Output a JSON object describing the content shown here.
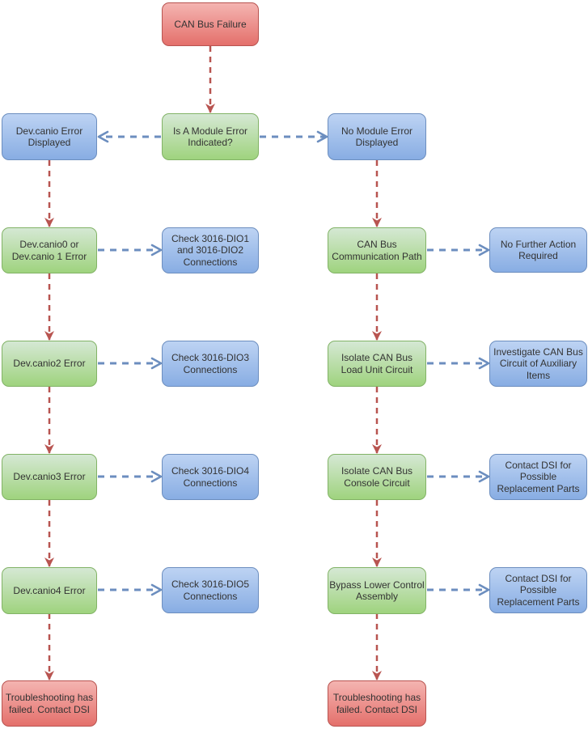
{
  "diagram": {
    "type": "flowchart",
    "colors": {
      "red_node_fill_top": "#f4b4b1",
      "red_node_fill_bottom": "#e4706b",
      "red_node_border": "#b85450",
      "green_node_fill_top": "#d5e8d4",
      "green_node_fill_bottom": "#9fd37e",
      "green_node_border": "#82b366",
      "blue_node_fill_top": "#bdd3f3",
      "blue_node_fill_bottom": "#88ade3",
      "blue_node_border": "#6c8ebf",
      "arrow_red": "#b85450",
      "arrow_blue": "#6c8ebf",
      "text": "#333333",
      "background": "#ffffff"
    },
    "nodes": [
      {
        "id": "can-bus-failure",
        "color": "red",
        "label": "CAN Bus Failure"
      },
      {
        "id": "is-module-error-indicated",
        "color": "green",
        "label": "Is A Module Error\nIndicated?"
      },
      {
        "id": "dev-canio-error-displayed",
        "color": "blue",
        "label": "Dev.canio Error\nDisplayed"
      },
      {
        "id": "no-module-error-displayed",
        "color": "blue",
        "label": "No Module Error\nDisplayed"
      },
      {
        "id": "dev-canio0-or-canio1-error",
        "color": "green",
        "label": "Dev.canio0 or\nDev.canio 1 Error"
      },
      {
        "id": "check-3016-dio1-dio2",
        "color": "blue",
        "label": "Check 3016-DIO1\nand 3016-DIO2\nConnections"
      },
      {
        "id": "can-bus-communication-path",
        "color": "green",
        "label": "CAN Bus\nCommunication Path"
      },
      {
        "id": "no-further-action-required",
        "color": "blue",
        "label": "No Further Action\nRequired"
      },
      {
        "id": "dev-canio2-error",
        "color": "green",
        "label": "Dev.canio2 Error"
      },
      {
        "id": "check-3016-dio3",
        "color": "blue",
        "label": "Check 3016-DIO3\nConnections"
      },
      {
        "id": "isolate-can-bus-load-unit-circuit",
        "color": "green",
        "label": "Isolate CAN Bus\nLoad Unit Circuit"
      },
      {
        "id": "investigate-can-bus-circuit-auxiliary",
        "color": "blue",
        "label": "Investigate CAN Bus\nCircuit of Auxiliary\nItems"
      },
      {
        "id": "dev-canio3-error",
        "color": "green",
        "label": "Dev.canio3 Error"
      },
      {
        "id": "check-3016-dio4",
        "color": "blue",
        "label": "Check 3016-DIO4\nConnections"
      },
      {
        "id": "isolate-can-bus-console-circuit",
        "color": "green",
        "label": "Isolate CAN Bus\nConsole Circuit"
      },
      {
        "id": "contact-dsi-replacement-parts-1",
        "color": "blue",
        "label": "Contact DSI for\nPossible\nReplacement Parts"
      },
      {
        "id": "dev-canio4-error",
        "color": "green",
        "label": "Dev.canio4 Error"
      },
      {
        "id": "check-3016-dio5",
        "color": "blue",
        "label": "Check 3016-DIO5\nConnections"
      },
      {
        "id": "bypass-lower-control-assembly",
        "color": "green",
        "label": "Bypass Lower Control\nAssembly"
      },
      {
        "id": "contact-dsi-replacement-parts-2",
        "color": "blue",
        "label": "Contact DSI for\nPossible\nReplacement Parts"
      },
      {
        "id": "troubleshooting-failed-left",
        "color": "red",
        "label": "Troubleshooting has\nfailed. Contact DSI"
      },
      {
        "id": "troubleshooting-failed-right",
        "color": "red",
        "label": "Troubleshooting has\nfailed. Contact DSI"
      }
    ],
    "edges": [
      {
        "from": "can-bus-failure",
        "to": "is-module-error-indicated",
        "style": "red-dashed-down"
      },
      {
        "from": "is-module-error-indicated",
        "to": "dev-canio-error-displayed",
        "style": "blue-dashed-left"
      },
      {
        "from": "is-module-error-indicated",
        "to": "no-module-error-displayed",
        "style": "blue-dashed-right"
      },
      {
        "from": "dev-canio-error-displayed",
        "to": "dev-canio0-or-canio1-error",
        "style": "red-dashed-down"
      },
      {
        "from": "dev-canio0-or-canio1-error",
        "to": "check-3016-dio1-dio2",
        "style": "blue-dashed-right"
      },
      {
        "from": "dev-canio0-or-canio1-error",
        "to": "dev-canio2-error",
        "style": "red-dashed-down"
      },
      {
        "from": "dev-canio2-error",
        "to": "check-3016-dio3",
        "style": "blue-dashed-right"
      },
      {
        "from": "dev-canio2-error",
        "to": "dev-canio3-error",
        "style": "red-dashed-down"
      },
      {
        "from": "dev-canio3-error",
        "to": "check-3016-dio4",
        "style": "blue-dashed-right"
      },
      {
        "from": "dev-canio3-error",
        "to": "dev-canio4-error",
        "style": "red-dashed-down"
      },
      {
        "from": "dev-canio4-error",
        "to": "check-3016-dio5",
        "style": "blue-dashed-right"
      },
      {
        "from": "dev-canio4-error",
        "to": "troubleshooting-failed-left",
        "style": "red-dashed-down"
      },
      {
        "from": "no-module-error-displayed",
        "to": "can-bus-communication-path",
        "style": "red-dashed-down"
      },
      {
        "from": "can-bus-communication-path",
        "to": "no-further-action-required",
        "style": "blue-dashed-right"
      },
      {
        "from": "can-bus-communication-path",
        "to": "isolate-can-bus-load-unit-circuit",
        "style": "red-dashed-down"
      },
      {
        "from": "isolate-can-bus-load-unit-circuit",
        "to": "investigate-can-bus-circuit-auxiliary",
        "style": "blue-dashed-right"
      },
      {
        "from": "isolate-can-bus-load-unit-circuit",
        "to": "isolate-can-bus-console-circuit",
        "style": "red-dashed-down"
      },
      {
        "from": "isolate-can-bus-console-circuit",
        "to": "contact-dsi-replacement-parts-1",
        "style": "blue-dashed-right"
      },
      {
        "from": "isolate-can-bus-console-circuit",
        "to": "bypass-lower-control-assembly",
        "style": "red-dashed-down"
      },
      {
        "from": "bypass-lower-control-assembly",
        "to": "contact-dsi-replacement-parts-2",
        "style": "blue-dashed-right"
      },
      {
        "from": "bypass-lower-control-assembly",
        "to": "troubleshooting-failed-right",
        "style": "red-dashed-down"
      }
    ]
  }
}
